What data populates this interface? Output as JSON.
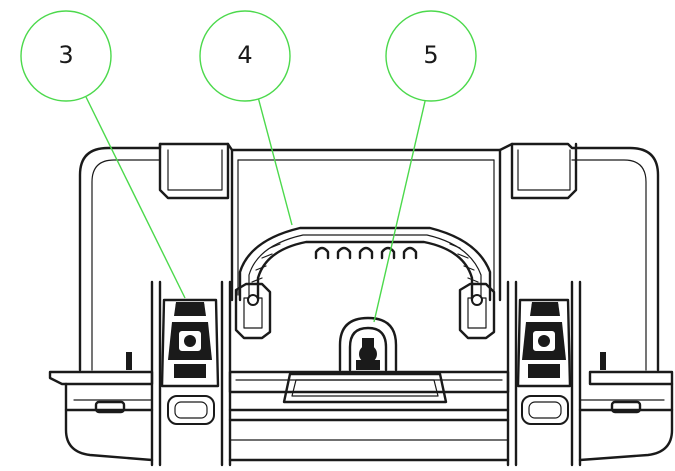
{
  "colors": {
    "callout": "#4cd94c",
    "linework": "#1a1a1a",
    "background": "#ffffff"
  },
  "callouts": [
    {
      "label": "3",
      "part": "latch"
    },
    {
      "label": "4",
      "part": "carry-handle"
    },
    {
      "label": "5",
      "part": "lock-ring"
    }
  ]
}
